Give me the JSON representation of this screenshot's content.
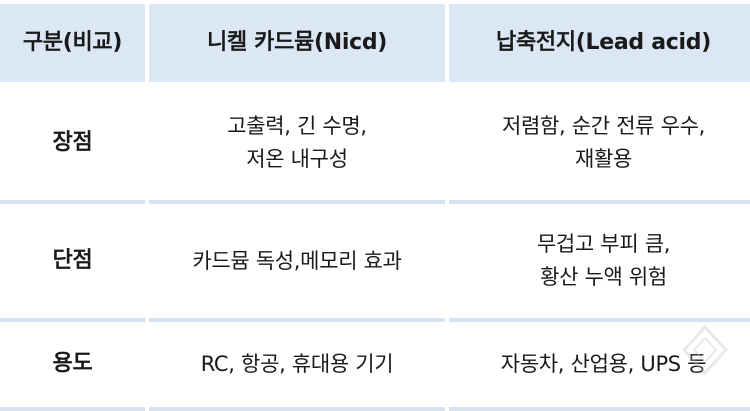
{
  "table": {
    "header": [
      "구분(비교)",
      "니켈 카드뮴(Nicd)",
      "납축전지(Lead acid)"
    ],
    "rows": [
      {
        "label": "장점",
        "nicd": [
          "고출력, 긴 수명,",
          "저온 내구성"
        ],
        "lead": [
          "저렴함, 순간 전류 우수,",
          "재활용"
        ]
      },
      {
        "label": "단점",
        "nicd": [
          "카드뮴 독성,메모리 효과"
        ],
        "lead": [
          "무겁고 부피 큼,",
          "황산 누액 위험"
        ]
      },
      {
        "label": "용도",
        "nicd": [
          "RC, 항공, 휴대용 기기"
        ],
        "lead": [
          "자동차, 산업용, UPS 등"
        ]
      }
    ]
  },
  "colors": {
    "header_bg": "#dbe7f4",
    "divider": "#d7e2ef"
  }
}
